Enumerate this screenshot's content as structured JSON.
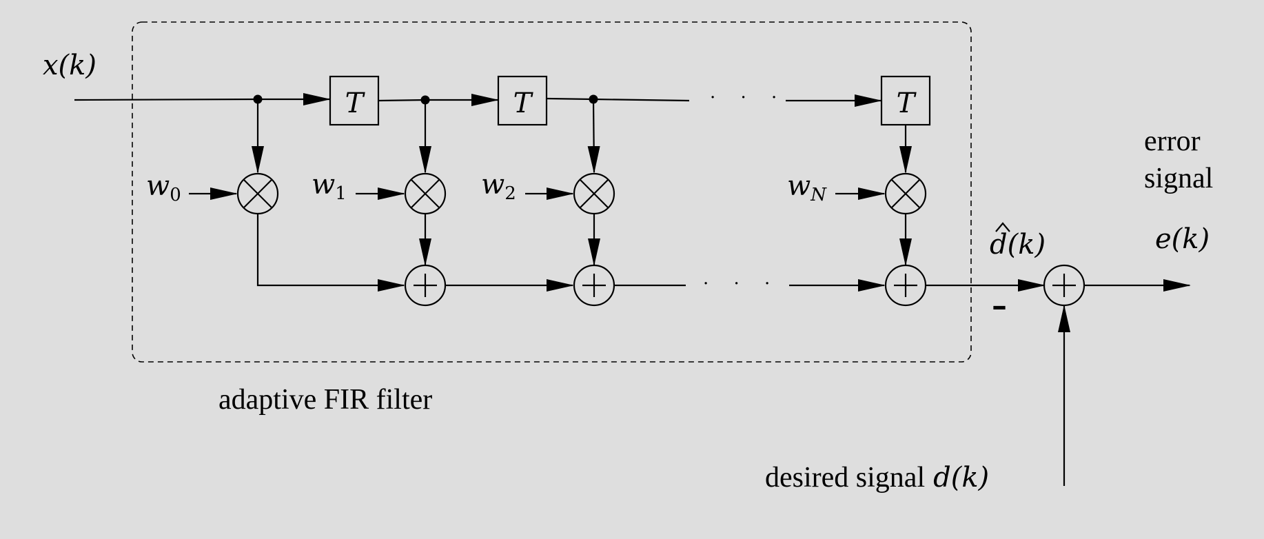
{
  "labels": {
    "input": "x(k)",
    "delay": "T",
    "weights": [
      {
        "symbol": "w",
        "subscript": "0"
      },
      {
        "symbol": "w",
        "subscript": "1"
      },
      {
        "symbol": "w",
        "subscript": "2"
      },
      {
        "symbol": "w",
        "subscript": "N"
      }
    ],
    "ellipsis": "· · ·",
    "filter_caption": "adaptive FIR filter",
    "error_caption_line1": "error",
    "error_caption_line2": "signal",
    "error_output": "e(k)",
    "estimate_output": "d(k)",
    "minus_sign": "–",
    "desired_caption": "desired signal",
    "desired_symbol": "d(k)"
  },
  "symbols": {
    "multiplier": "multiplier-circle-x",
    "adder": "adder-circle-plus",
    "hat": "hat-accent"
  }
}
